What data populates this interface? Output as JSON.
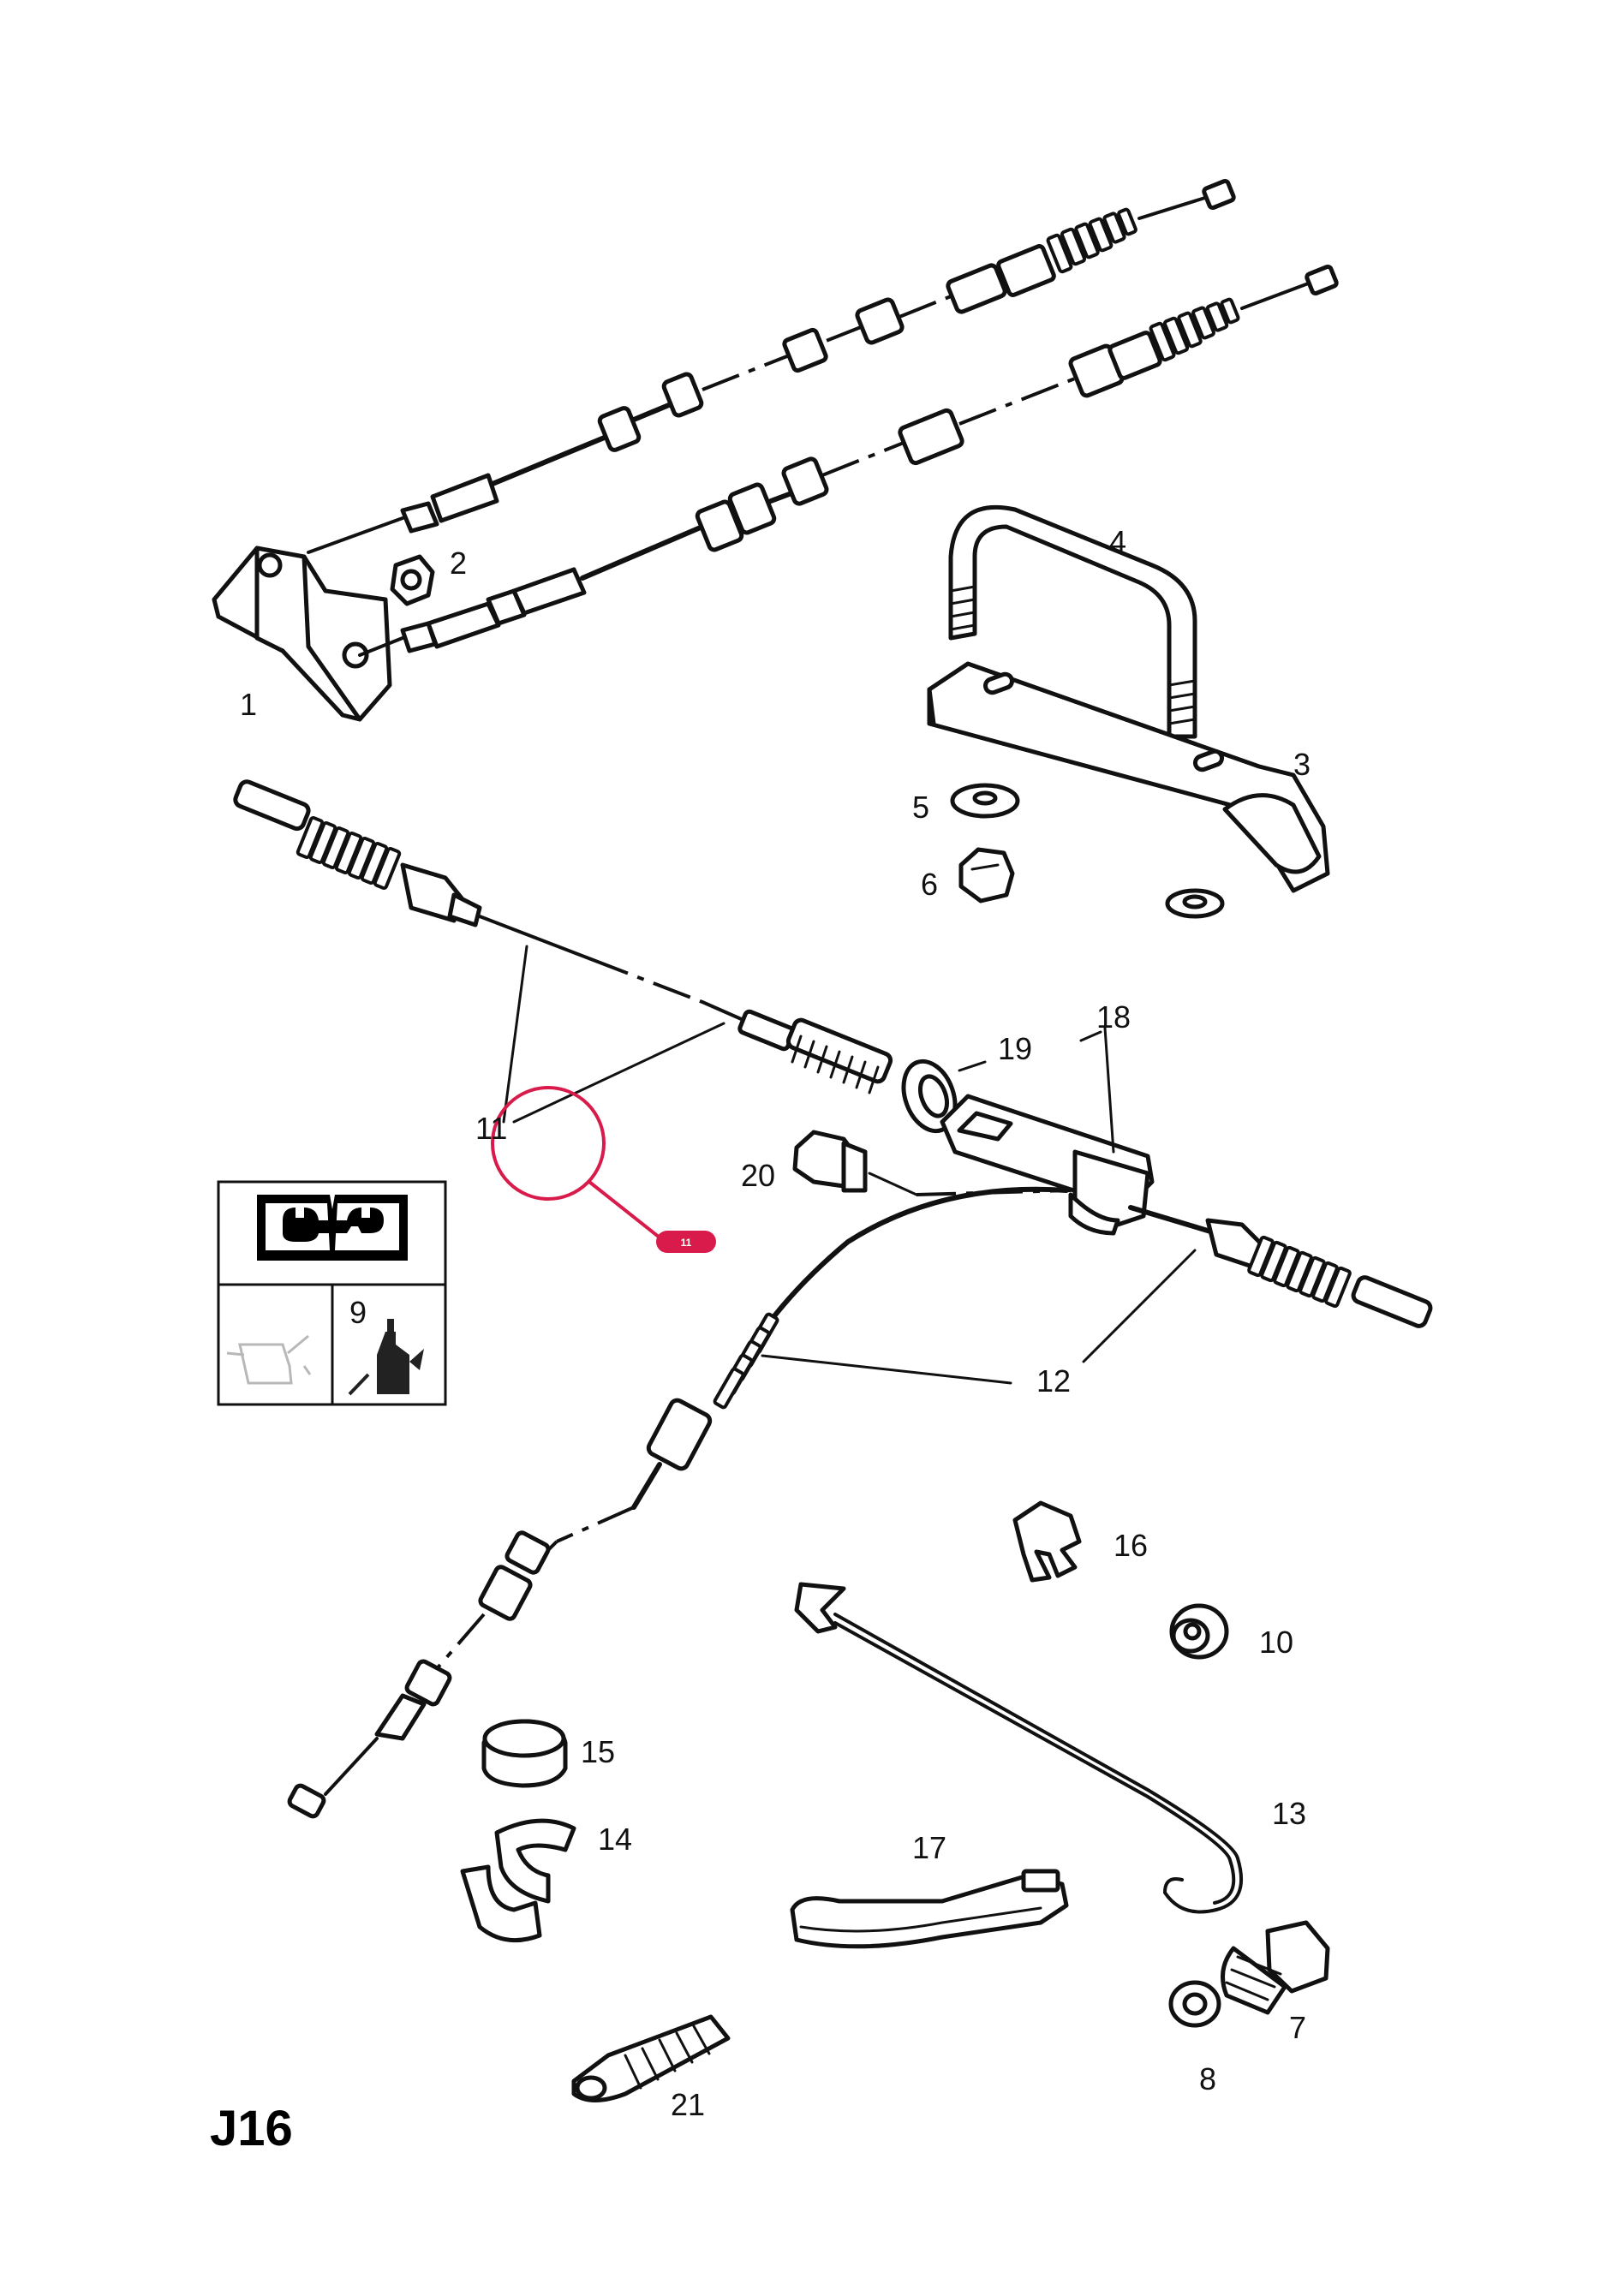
{
  "diagram": {
    "page_code": "J16",
    "part_labels": {
      "p1": "1",
      "p2": "2",
      "p3": "3",
      "p4": "4",
      "p5": "5",
      "p6": "6",
      "p7": "7",
      "p8": "8",
      "p9": "9",
      "p10": "10",
      "p11": "11",
      "p12": "12",
      "p13": "13",
      "p14": "14",
      "p15": "15",
      "p16": "16",
      "p17": "17",
      "p18": "18",
      "p19": "19",
      "p20": "20",
      "p21": "21"
    },
    "highlight": {
      "badge_label": "11",
      "color": "#d81b4a"
    },
    "legend": {
      "manual_icon": "open-book-wrench-icon",
      "oil_can_icon": "oil-can-icon",
      "lubricant_icon": "lubricant-bottle-icon"
    }
  }
}
